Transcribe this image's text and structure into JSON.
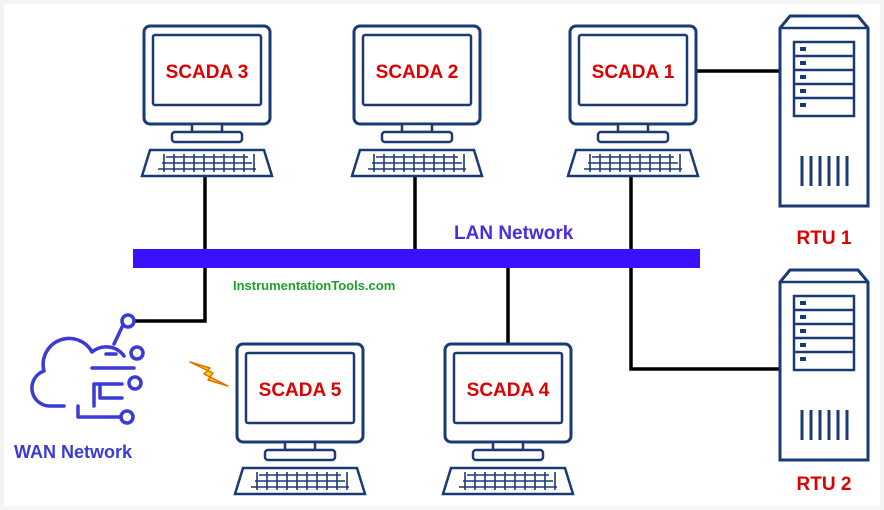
{
  "title": "",
  "colors": {
    "lan_bus": "#3a10ff",
    "lan_label": "#4a2de0",
    "screen_label": "#dd0000",
    "rtu_label": "#dd0000",
    "wan_label": "#3a3ad6",
    "watermark": "#1aa32a",
    "device_outline": "#1a3a75",
    "cable": "#000000",
    "lightning": "#ffd000"
  },
  "network": {
    "lan_label": "LAN Network",
    "wan_label": "WAN Network",
    "watermark": "InstrumentationTools.com"
  },
  "workstations": [
    {
      "id": "scada3",
      "label": "SCADA 3"
    },
    {
      "id": "scada2",
      "label": "SCADA 2"
    },
    {
      "id": "scada1",
      "label": "SCADA 1"
    },
    {
      "id": "scada5",
      "label": "SCADA 5"
    },
    {
      "id": "scada4",
      "label": "SCADA 4"
    }
  ],
  "rtus": [
    {
      "id": "rtu1",
      "label": "RTU 1"
    },
    {
      "id": "rtu2",
      "label": "RTU 2"
    }
  ],
  "icons": {
    "workstation": "computer-icon",
    "rtu": "server-icon",
    "wan": "cloud-network-icon",
    "alert": "lightning-icon"
  }
}
